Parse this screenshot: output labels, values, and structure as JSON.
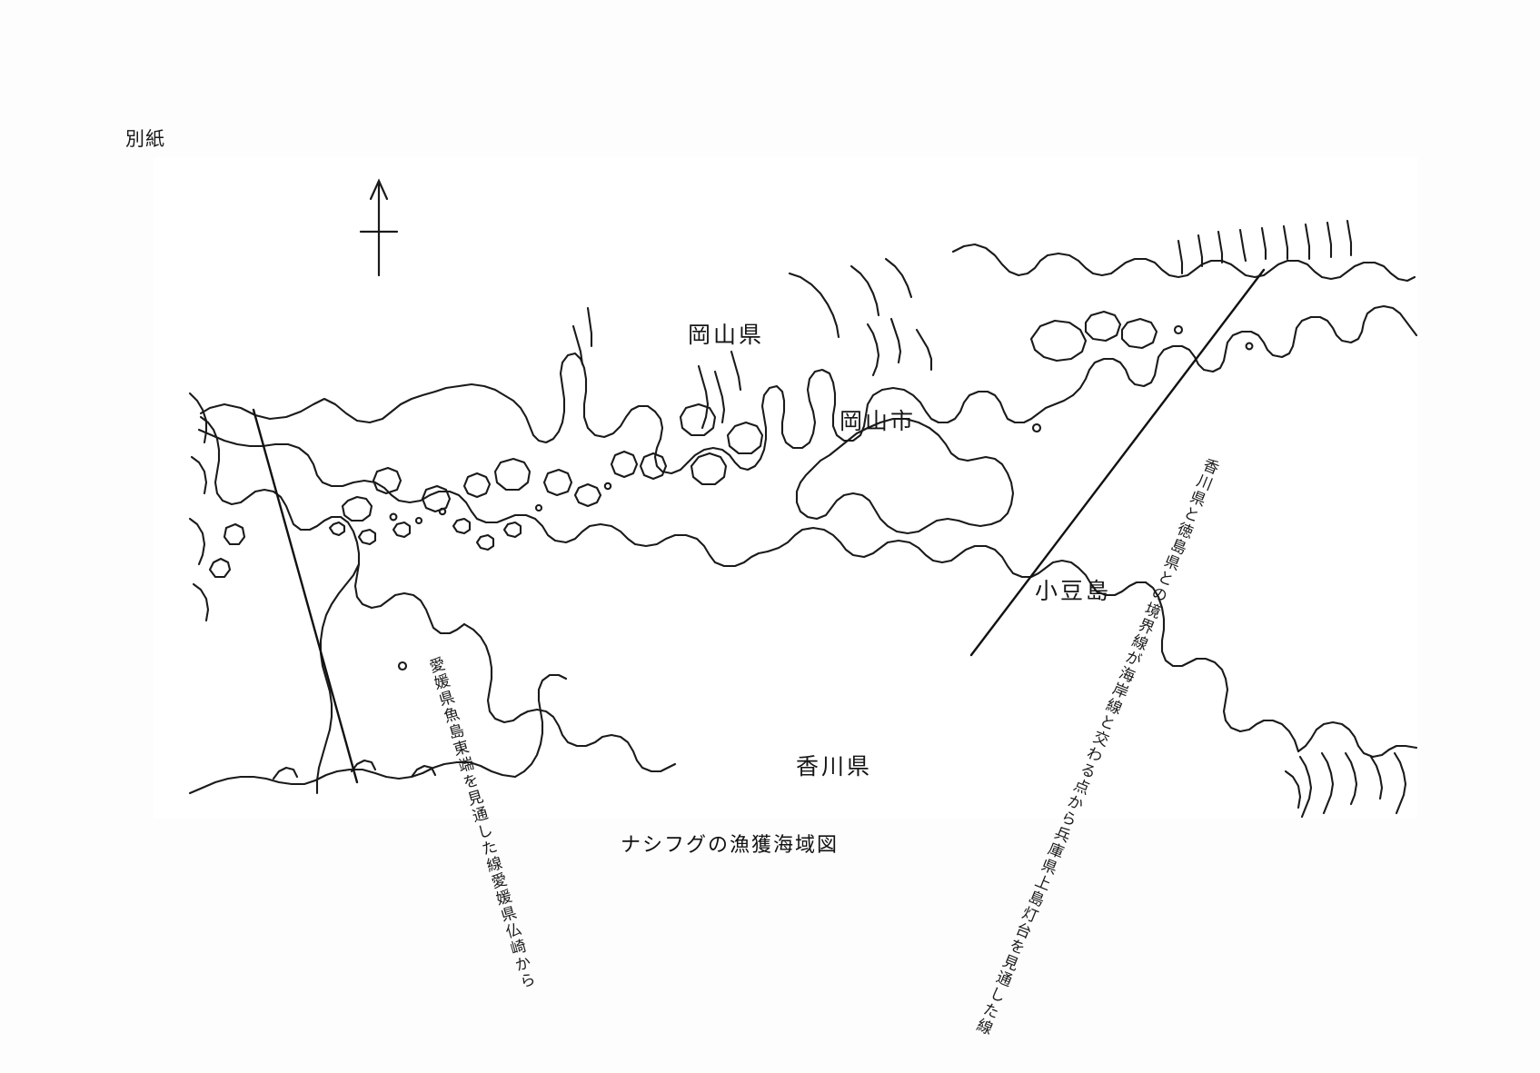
{
  "document": {
    "attachment_note": "別紙",
    "caption": "ナシフグの漁獲海域図"
  },
  "map": {
    "labels": {
      "okayama_prefecture": "岡山県",
      "okayama_city": "岡山市",
      "shodoshima": "小豆島",
      "kagawa_prefecture": "香川県"
    },
    "boundary_annotations": {
      "left_line_1": "愛媛県仏崎から",
      "left_line_2": "愛媛県魚島東端を見通した線",
      "right_line_1": "香川県と徳島県との境界線が海岸線と交わる点から",
      "right_line_2": "兵庫県上島灯台を見通した線"
    },
    "compass": {
      "name": "north-arrow",
      "direction": "N"
    },
    "colors": {
      "coastline": "#1a1a1a",
      "boundary_line": "#111111",
      "sea": "#ffffff",
      "page_background": "#fdfdfd"
    }
  }
}
